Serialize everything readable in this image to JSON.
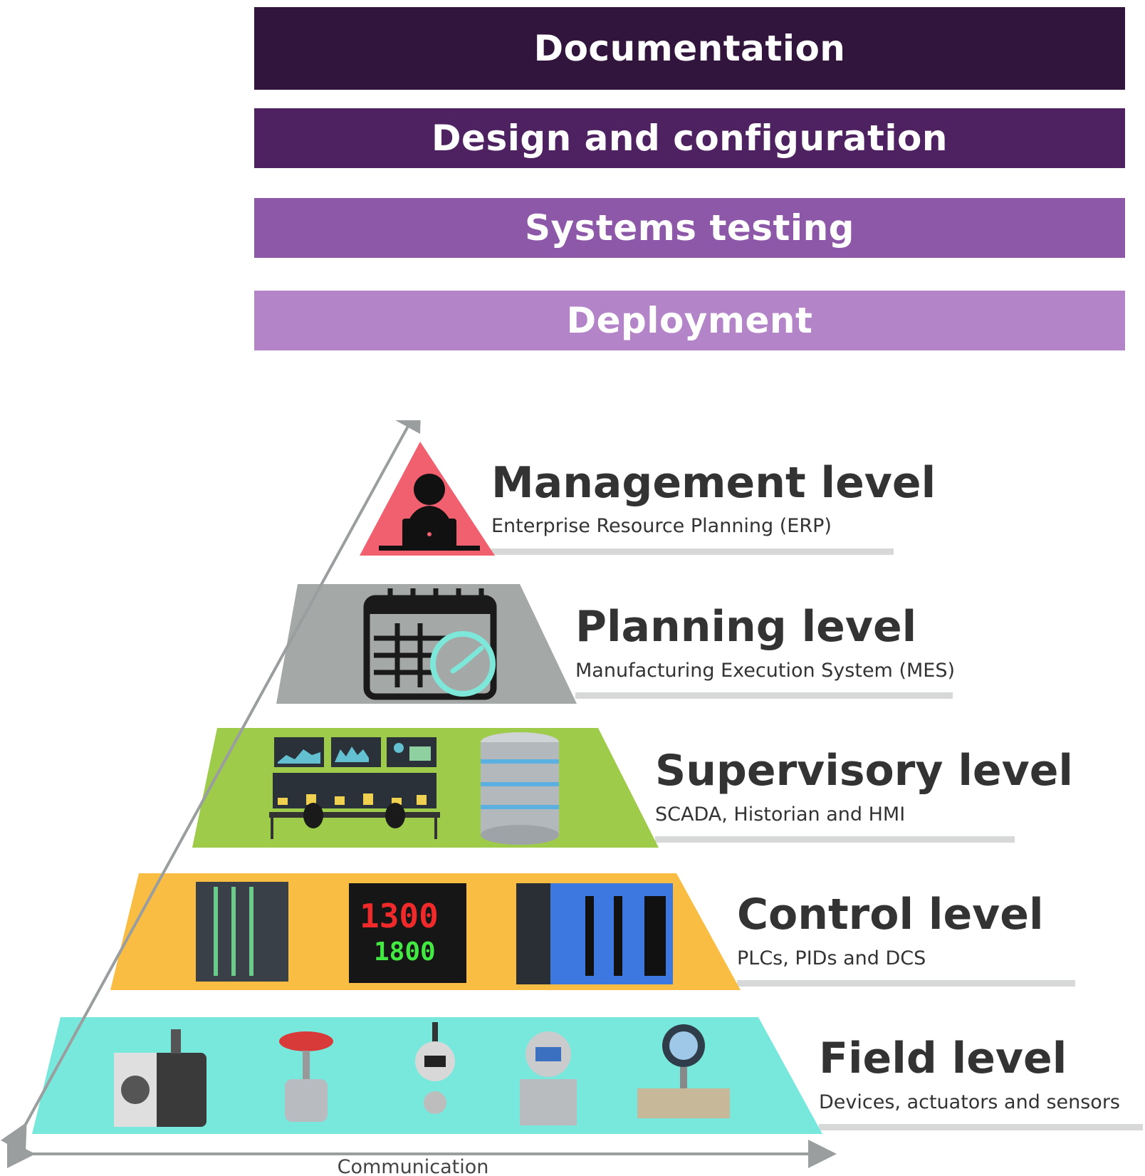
{
  "phases": [
    {
      "label": "Documentation",
      "color": "#32153c"
    },
    {
      "label": "Design and configuration",
      "color": "#4e2160"
    },
    {
      "label": "Systems testing",
      "color": "#8d58a8"
    },
    {
      "label": "Deployment",
      "color": "#b384c8"
    }
  ],
  "levels": [
    {
      "title": "Management level",
      "subtitle": "Enterprise Resource Planning (ERP)",
      "color": "#f0606e",
      "icon": "manager-at-laptop-icon"
    },
    {
      "title": "Planning level",
      "subtitle": "Manufacturing Execution System (MES)",
      "color": "#a4a8a7",
      "icon": "calendar-clock-icon"
    },
    {
      "title": "Supervisory level",
      "subtitle": "SCADA, Historian and HMI",
      "color": "#9ecb4a",
      "icon": "control-room-and-database-icon"
    },
    {
      "title": "Control level",
      "subtitle": "PLCs, PIDs and DCS",
      "color": "#f9bd44",
      "icon": "plc-pid-dcs-icon"
    },
    {
      "title": "Field level",
      "subtitle": "Devices, actuators and sensors",
      "color": "#78e8dc",
      "icon": "field-devices-icon"
    }
  ],
  "axis": {
    "label": "Communication"
  }
}
